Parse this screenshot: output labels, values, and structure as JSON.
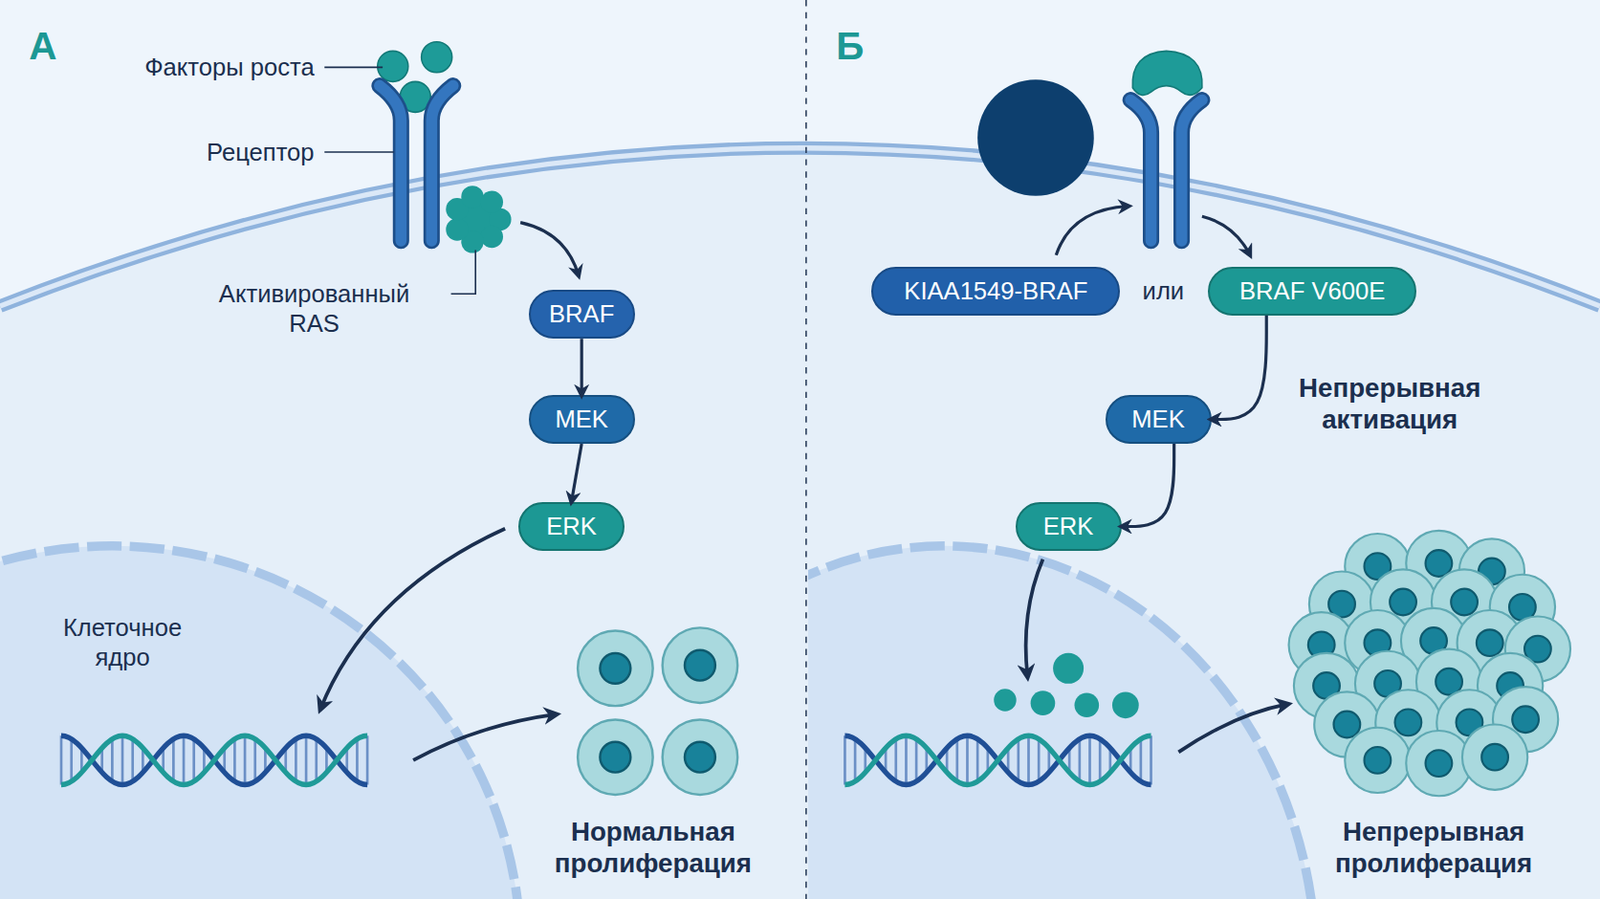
{
  "diagram": {
    "nodes": [
      {
        "text": [
          "BRAF"
        ]
      },
      {
        "text": [
          "MEK"
        ]
      },
      {
        "text": [
          "ERK"
        ]
      },
      {
        "text": [
          "KIAA1549-BRAF"
        ]
      },
      {
        "text": [
          "BRAF V600E"
        ]
      },
      {
        "text": [
          "MEK"
        ]
      },
      {
        "text": [
          "ERK"
        ]
      }
    ],
    "edges": [
      {
        "from": 0,
        "to": 1,
        "arrow": "to"
      },
      {
        "from": 1,
        "to": 2,
        "arrow": "to"
      },
      {
        "from": 4,
        "to": 5,
        "arrow": "to"
      },
      {
        "from": 5,
        "to": 6,
        "arrow": "to"
      }
    ],
    "labels": [
      "А",
      "Факторы роста",
      "Рецептор",
      "Активированный RAS",
      "Клеточное ядро",
      "Нормальная пролиферация",
      "Б",
      "или",
      "Непрерывная активация",
      "Непрерывная пролиферация"
    ]
  }
}
